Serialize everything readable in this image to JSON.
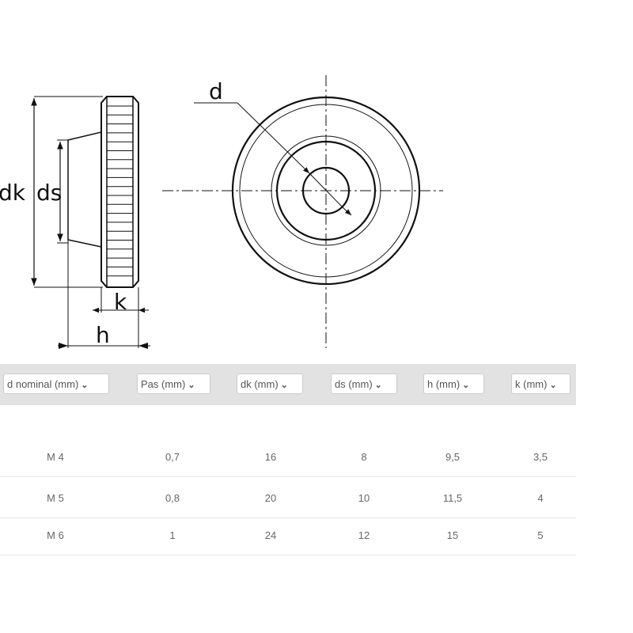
{
  "diagram": {
    "labels": {
      "dk": "dk",
      "ds": "ds",
      "k": "k",
      "h": "h",
      "d": "d"
    }
  },
  "table": {
    "headers": [
      "d nominal (mm)",
      "Pas (mm)",
      "dk (mm)",
      "ds (mm)",
      "h (mm)",
      "k (mm)"
    ],
    "rows": [
      [
        "M 4",
        "0,7",
        "16",
        "8",
        "9,5",
        "3,5"
      ],
      [
        "M 5",
        "0,8",
        "20",
        "10",
        "11,5",
        "4"
      ],
      [
        "M 6",
        "1",
        "24",
        "12",
        "15",
        "5"
      ]
    ]
  }
}
